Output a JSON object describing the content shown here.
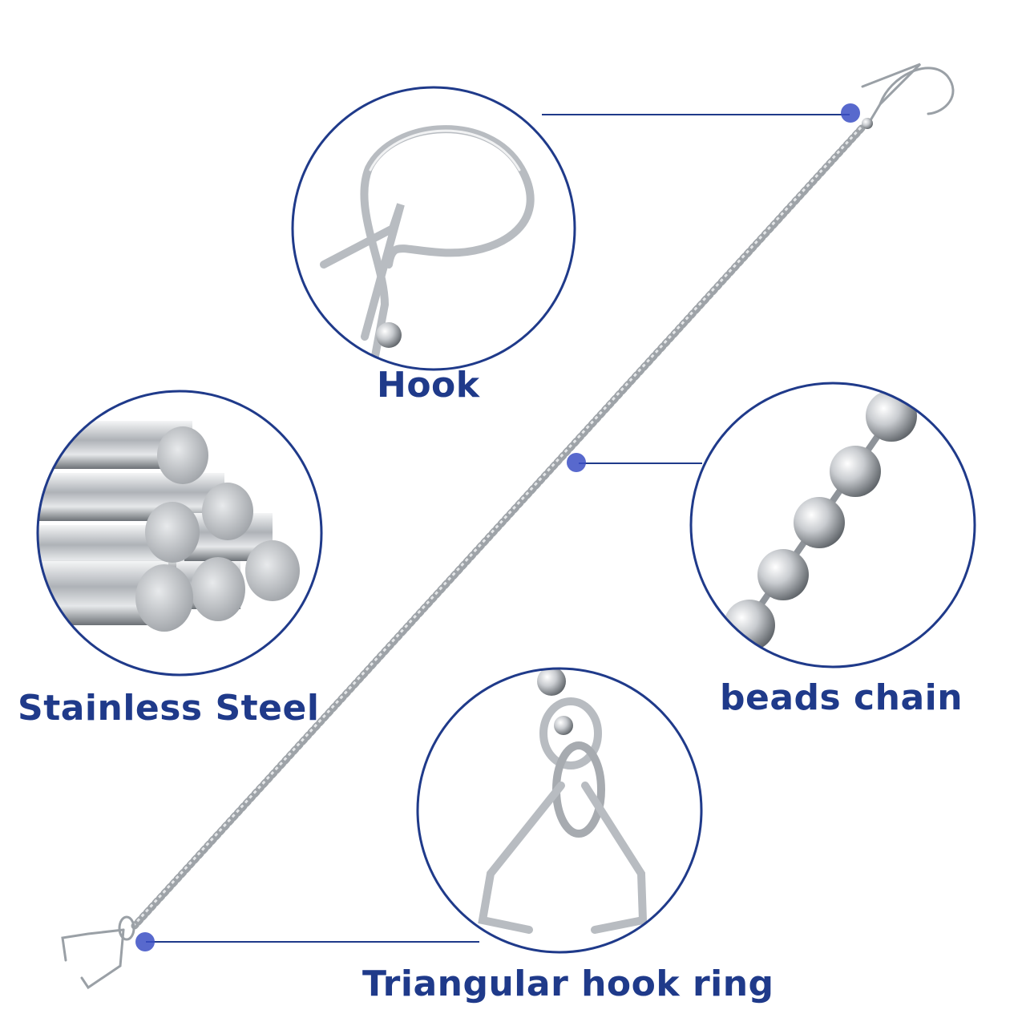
{
  "labels": {
    "hook": "Hook",
    "stainless_steel": "Stainless Steel",
    "beads_chain": "beads chain",
    "triangular_hook_ring": "Triangular hook ring"
  },
  "colors": {
    "accent": "#1f3a8a",
    "marker": "#3b4fc4",
    "metal_light": "#f2f2f2",
    "metal_mid": "#b9bcc0",
    "metal_dark": "#6e7378"
  }
}
